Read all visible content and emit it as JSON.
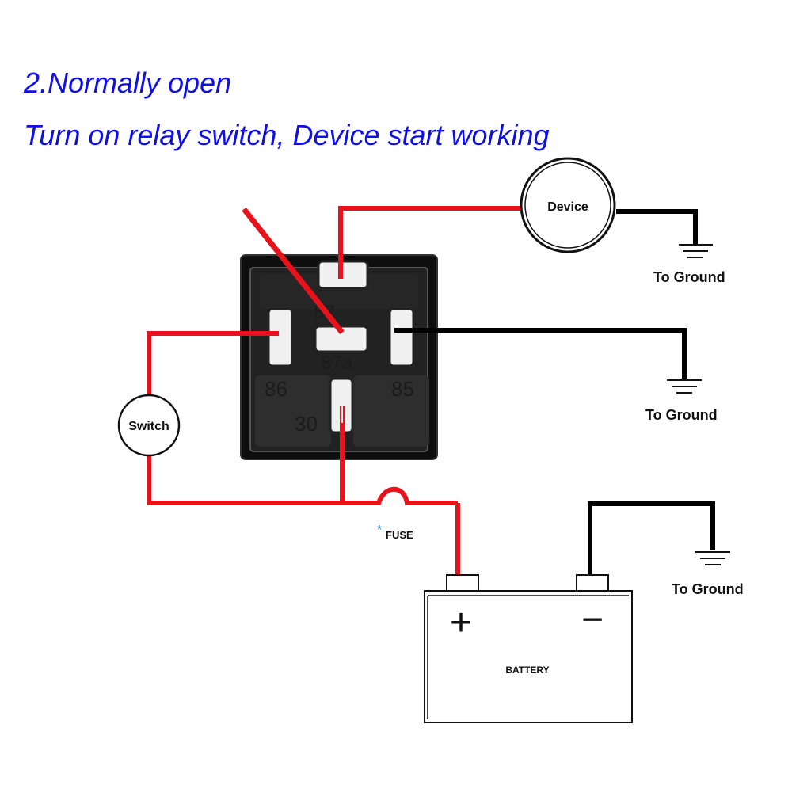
{
  "heading": "2.Normally open",
  "subheading": "Turn on relay switch, Device start working",
  "relay": {
    "pins": {
      "p87": "87",
      "p87a": "87a",
      "p86": "86",
      "p85": "85",
      "p30": "30"
    }
  },
  "device_label": "Device",
  "switch_label": "Switch",
  "fuse_label": "FUSE",
  "fuse_marker": "*",
  "battery": {
    "label": "BATTERY",
    "plus": "+",
    "minus": "−"
  },
  "ground_labels": {
    "device": "To Ground",
    "pin85": "To Ground",
    "battery": "To Ground"
  },
  "colors": {
    "heading": "#1010e6",
    "positive_wire": "#e8121c",
    "negative_wire": "#000000",
    "fuse_marker": "#1a8ad4",
    "relay_body": "#0f0f0f"
  }
}
